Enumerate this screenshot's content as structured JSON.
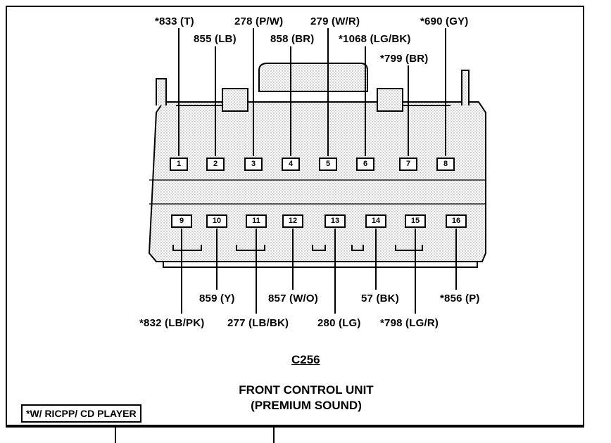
{
  "connector": {
    "id": "C256",
    "name_line1": "FRONT CONTROL UNIT",
    "name_line2": "(PREMIUM SOUND)",
    "note": "*W/ RICPP/ CD PLAYER"
  },
  "pins": [
    {
      "num": "1",
      "circuit": "*833 (T)"
    },
    {
      "num": "2",
      "circuit": "855 (LB)"
    },
    {
      "num": "3",
      "circuit": "278 (P/W)"
    },
    {
      "num": "4",
      "circuit": "858 (BR)"
    },
    {
      "num": "5",
      "circuit": "279 (W/R)"
    },
    {
      "num": "6",
      "circuit": "*1068 (LG/BK)"
    },
    {
      "num": "7",
      "circuit": "*799 (BR)"
    },
    {
      "num": "8",
      "circuit": "*690 (GY)"
    },
    {
      "num": "9",
      "circuit": "*832 (LB/PK)"
    },
    {
      "num": "10",
      "circuit": "859 (Y)"
    },
    {
      "num": "11",
      "circuit": "277 (LB/BK)"
    },
    {
      "num": "12",
      "circuit": "857 (W/O)"
    },
    {
      "num": "13",
      "circuit": "280 (LG)"
    },
    {
      "num": "14",
      "circuit": "57 (BK)"
    },
    {
      "num": "15",
      "circuit": "*798 (LG/R)"
    },
    {
      "num": "16",
      "circuit": "*856 (P)"
    }
  ]
}
